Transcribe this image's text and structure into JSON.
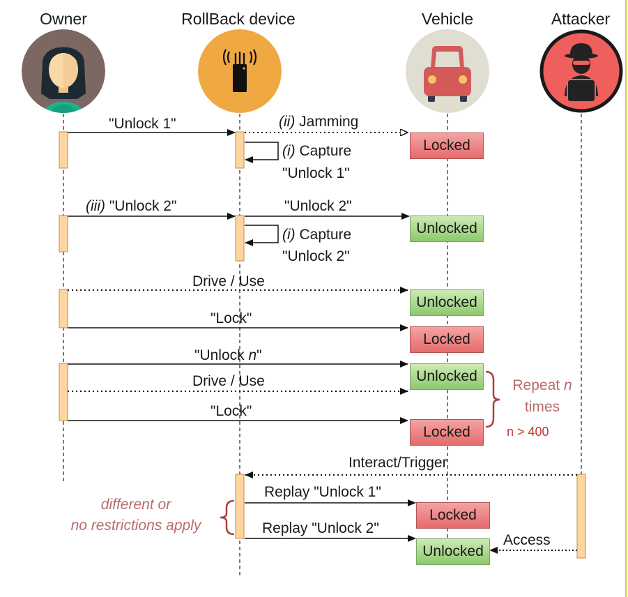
{
  "diagram": {
    "type": "sequence",
    "actors": [
      {
        "id": "owner",
        "label": "Owner",
        "icon": "owner-woman-icon",
        "color": "#7d6762"
      },
      {
        "id": "rollback",
        "label": "RollBack device",
        "icon": "antenna-device-icon",
        "color": "#f0a843"
      },
      {
        "id": "vehicle",
        "label": "Vehicle",
        "icon": "car-icon",
        "color": "#e0ddd1"
      },
      {
        "id": "attacker",
        "label": "Attacker",
        "icon": "hacker-icon",
        "color": "#ef5f5c"
      }
    ],
    "messages": [
      {
        "from": "owner",
        "to": "rollback",
        "prefix": "",
        "label": "\"Unlock 1\"",
        "style": "solid"
      },
      {
        "from": "rollback",
        "to": "vehicle",
        "prefix": "(ii)",
        "label": " Jamming",
        "style": "dotted"
      },
      {
        "from": "rollback",
        "to": "rollback",
        "prefix": "(i)",
        "label": " Capture",
        "label2": "\"Unlock 1\"",
        "style": "self"
      },
      {
        "from": "owner",
        "to": "rollback",
        "prefix": "(iii)",
        "label": " \"Unlock 2\"",
        "style": "solid"
      },
      {
        "from": "rollback",
        "to": "vehicle",
        "prefix": "",
        "label": "\"Unlock 2\"",
        "style": "solid"
      },
      {
        "from": "rollback",
        "to": "rollback",
        "prefix": "(i)",
        "label": " Capture",
        "label2": "\"Unlock 2\"",
        "style": "self"
      },
      {
        "from": "owner",
        "to": "vehicle",
        "prefix": "",
        "label": "Drive / Use",
        "style": "dotted"
      },
      {
        "from": "owner",
        "to": "vehicle",
        "prefix": "",
        "label": "\"Lock\"",
        "style": "solid"
      },
      {
        "from": "owner",
        "to": "vehicle",
        "prefix": "",
        "label": "\"Unlock ",
        "italic_suffix": "n",
        "tail": "\"",
        "style": "solid"
      },
      {
        "from": "owner",
        "to": "vehicle",
        "prefix": "",
        "label": "Drive / Use",
        "style": "dotted"
      },
      {
        "from": "owner",
        "to": "vehicle",
        "prefix": "",
        "label": "\"Lock\"",
        "style": "solid"
      },
      {
        "from": "attacker",
        "to": "rollback",
        "prefix": "",
        "label": "Interact/Trigger",
        "style": "dotted"
      },
      {
        "from": "rollback",
        "to": "vehicle",
        "prefix": "",
        "label": "Replay \"Unlock 1\"",
        "style": "solid"
      },
      {
        "from": "rollback",
        "to": "vehicle",
        "prefix": "",
        "label": "Replay \"Unlock 2\"",
        "style": "solid"
      },
      {
        "from": "attacker",
        "to": "vehicle",
        "prefix": "",
        "label": "Access",
        "style": "dotted"
      }
    ],
    "states": [
      {
        "label": "Locked",
        "kind": "locked"
      },
      {
        "label": "Unlocked",
        "kind": "unlocked"
      },
      {
        "label": "Unlocked",
        "kind": "unlocked"
      },
      {
        "label": "Locked",
        "kind": "locked"
      },
      {
        "label": "Unlocked",
        "kind": "unlocked"
      },
      {
        "label": "Locked",
        "kind": "locked"
      },
      {
        "label": "Locked",
        "kind": "locked"
      },
      {
        "label": "Unlocked",
        "kind": "unlocked"
      }
    ],
    "notes": {
      "repeat_line1": "Repeat ",
      "repeat_n": "n",
      "repeat_line2": "times",
      "repeat_condition": "n > 400",
      "restrictions_line1": "different or",
      "restrictions_line2": "no restrictions apply"
    },
    "colors": {
      "activation_fill": "#fdd5a0",
      "activation_stroke": "#c98b3f",
      "brace": "#a8403e",
      "note_text": "#b86b6b",
      "condition_text": "#c0392b",
      "locked_fill": "#e56b6b",
      "unlocked_fill": "#8cc96c",
      "border_accent": "#e8c13a"
    }
  }
}
